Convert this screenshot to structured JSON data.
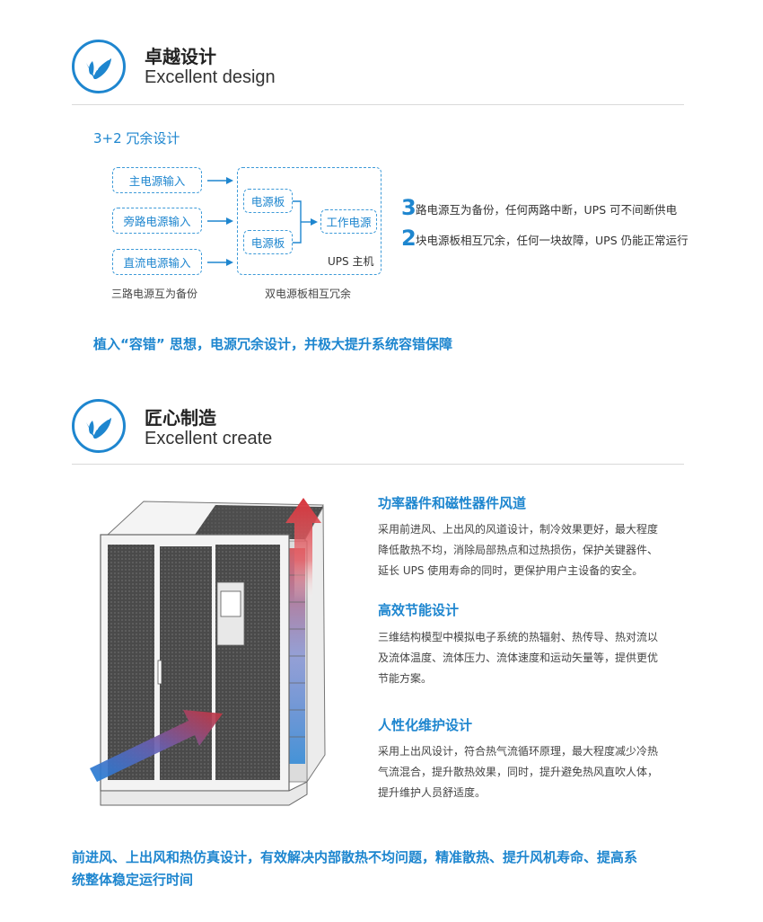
{
  "section1": {
    "title_cn": "卓越设计",
    "title_en": "Excellent design"
  },
  "redundancy": {
    "title": "3+2 冗余设计",
    "inputs": [
      "主电源输入",
      "旁路电源输入",
      "直流电源输入"
    ],
    "boards": [
      "电源板",
      "电源板"
    ],
    "work_power": "工作电源",
    "ups_host": "UPS 主机",
    "caption_left": "三路电源互为备份",
    "caption_right": "双电源板相互冗余",
    "note1": {
      "num": "3",
      "text": "路电源互为备份，任何两路中断，UPS 可不间断供电"
    },
    "note2": {
      "num": "2",
      "text": "块电源板相互冗余，任何一块故障，UPS 仍能正常运行"
    },
    "emphasis": "植入“容错” 思想，电源冗余设计，并极大提升系统容错保障"
  },
  "section2": {
    "title_cn": "匠心制造",
    "title_en": "Excellent create"
  },
  "features": [
    {
      "title": "功率器件和磁性器件风道",
      "lines": [
        "采用前进风、上出风的风道设计，制冷效果更好，最大程度",
        "降低散热不均，消除局部热点和过热损伤，保护关键器件、",
        "延长 UPS 使用寿命的同时，更保护用户主设备的安全。"
      ]
    },
    {
      "title": "高效节能设计",
      "lines": [
        "三维结构模型中模拟电子系统的热辐射、热传导、热对流以",
        "及流体温度、流体压力、流体速度和运动矢量等，提供更优",
        "节能方案。"
      ]
    },
    {
      "title": "人性化维护设计",
      "lines": [
        "采用上出风设计，符合热气流循环原理，最大程度减少冷热",
        "气流混合，提升散热效果，同时，提升避免热风直吹人体，",
        "提升维护人员舒适度。"
      ]
    }
  ],
  "bottom": {
    "lines": [
      "前进风、上出风和热仿真设计，有效解决内部散热不均问题，精准散热、提升风机寿命、提高系",
      "统整体稳定运行时间"
    ]
  },
  "colors": {
    "accent": "#1e86cf",
    "dashed_border": "#3d9ad8",
    "rule": "#d9d9d9",
    "hot_arrow": "#d6333b",
    "cold_arrow": "#2a86d6"
  },
  "icons": {
    "section_logo": "leaf-v-icon",
    "cabinet": "ups-cabinet-illustration"
  }
}
